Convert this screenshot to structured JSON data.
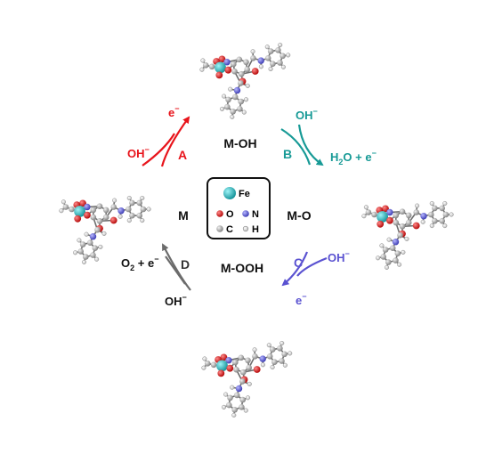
{
  "states": {
    "m_oh": "M-OH",
    "m_o": "M-O",
    "m_ooh": "M-OOH",
    "m": "M"
  },
  "steps": {
    "a": {
      "letter": "A",
      "reactant": "OH",
      "reactant_sup": "−",
      "product": "e",
      "product_sup": "−",
      "color": "#e8141b"
    },
    "b": {
      "letter": "B",
      "reactant": "OH",
      "reactant_sup": "−",
      "product": "H",
      "product_sub": "2",
      "product_rest": "O + e",
      "product_sup": "−",
      "color": "#179a96"
    },
    "c": {
      "letter": "C",
      "reactant": "OH",
      "reactant_sup": "−",
      "product": "e",
      "product_sup": "−",
      "color": "#5a52d1"
    },
    "d": {
      "letter": "D",
      "reactant": "OH",
      "reactant_sup": "−",
      "product": "O",
      "product_sub": "2",
      "product_rest": " + e",
      "product_sup": "−",
      "color": "#6b6b6b"
    }
  },
  "legend": {
    "fe": "Fe",
    "o": "O",
    "n": "N",
    "c": "C",
    "h": "H"
  },
  "atom_colors": {
    "fe": "#1fb8c0",
    "o": "#d81818",
    "n": "#5a5ad8",
    "c": "#a0a0a0",
    "h": "#ffffff"
  }
}
